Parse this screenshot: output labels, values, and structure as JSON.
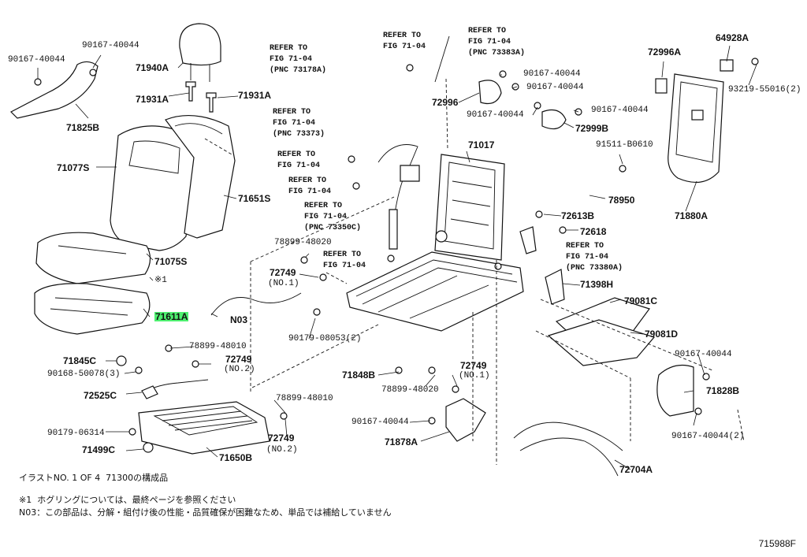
{
  "diagram_id": "715988F",
  "labels": {
    "p90167_a": "90167-40044",
    "p90167_b": "90167-40044",
    "p71940a": "71940A",
    "p71931a_l": "71931A",
    "p71931a_r": "71931A",
    "p71825b": "71825B",
    "p71077s": "71077S",
    "p71651s": "71651S",
    "p71075s": "71075S",
    "p_x1": "※1",
    "p71611a": "71611A",
    "pN03": "N03",
    "p71845c": "71845C",
    "p90168": "90168-50078(3)",
    "p72525c": "72525C",
    "p90179_06314": "90179-06314",
    "p71499c": "71499C",
    "p71650b": "71650B",
    "p78899_48010_a": "78899-48010",
    "p72749_no2_a": "72749",
    "no2_a": "(NO.2)",
    "p78899_48010_b": "78899-48010",
    "p72749_no2_b": "72749",
    "no2_b": "(NO.2)",
    "ref_178a_1": "REFER TO",
    "ref_178a_2": "FIG 71-04",
    "ref_178a_3": "(PNC 73178A)",
    "ref_373_1": "REFER TO",
    "ref_373_2": "FIG 71-04",
    "ref_373_3": "(PNC 73373)",
    "ref_a_1": "REFER TO",
    "ref_a_2": "FIG 71-04",
    "ref_b_1": "REFER TO",
    "ref_b_2": "FIG 71-04",
    "ref_350c_1": "REFER TO",
    "ref_350c_2": "FIG 71-04",
    "ref_350c_3": "(PNC 73350C)",
    "ref_c_1": "REFER TO",
    "ref_c_2": "FIG 71-04",
    "ref_top_1": "REFER TO",
    "ref_top_2": "FIG 71-04",
    "ref_383a_1": "REFER TO",
    "ref_383a_2": "FIG 71-04",
    "ref_383a_3": "(PNC 73383A)",
    "ref_380a_1": "REFER TO",
    "ref_380a_2": "FIG 71-04",
    "ref_380a_3": "(PNC 73380A)",
    "p78899_48020_a": "78899-48020",
    "p72749_no1_a": "72749",
    "no1_a": "(NO.1)",
    "p90179_08053": "90179-08053(2)",
    "p71848b": "71848B",
    "p78899_48020_b": "78899-48020",
    "p72749_no1_b": "72749",
    "no1_b": "(NO.1)",
    "p90167_c": "90167-40044",
    "p71878a": "71878A",
    "p72996": "72996",
    "p90167_d": "90167-40044",
    "p90167_e": "90167-40044",
    "p90167_f": "90167-40044",
    "p90167_g": "90167-40044",
    "p72999b": "72999B",
    "p71017": "71017",
    "p91511": "91511-B0610",
    "p78950": "78950",
    "p72613b": "72613B",
    "p72618": "72618",
    "p71398h": "71398H",
    "p79081c": "79081C",
    "p79081d": "79081D",
    "p72704a": "72704A",
    "p72996a": "72996A",
    "p64928a": "64928A",
    "p93219": "93219-55016(2)",
    "p71880a": "71880A",
    "p90167_h": "90167-40044",
    "p71828b": "71828B",
    "p90167_i": "90167-40044(2)"
  },
  "notes": {
    "line1": "イラストNO. 1 OF 4  71300の構成品",
    "line2": "※1  ホグリングについては、最終ページを参照ください",
    "line3": "N03：この部品は、分解・組付け後の性能・品質確保が困難なため、単品では補給していません"
  }
}
